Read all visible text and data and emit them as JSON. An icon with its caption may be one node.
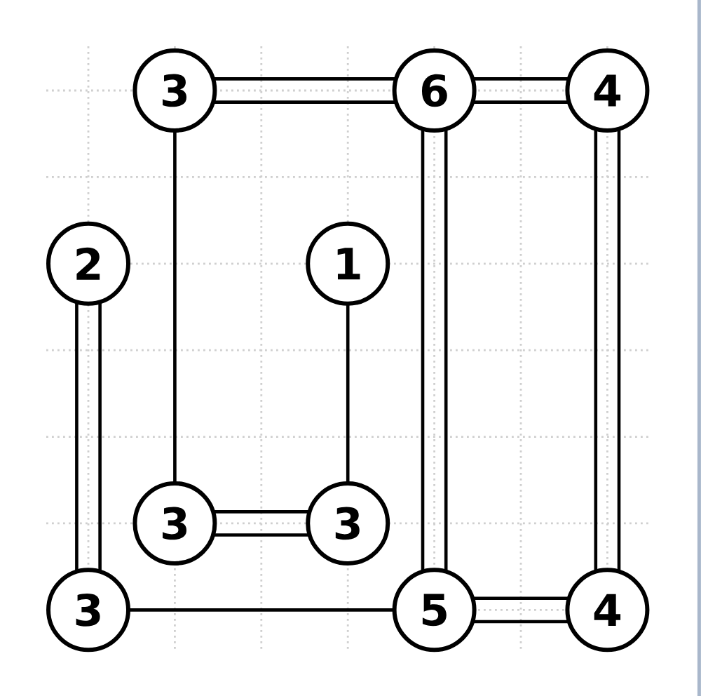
{
  "diagram": {
    "nodes": [
      {
        "text": [
          "3"
        ]
      },
      {
        "text": [
          "6"
        ]
      },
      {
        "text": [
          "4"
        ]
      },
      {
        "text": [
          "2"
        ]
      },
      {
        "text": [
          "1"
        ]
      },
      {
        "text": [
          "3"
        ]
      },
      {
        "text": [
          "3"
        ]
      },
      {
        "text": [
          "3"
        ]
      },
      {
        "text": [
          "5"
        ]
      },
      {
        "text": [
          "4"
        ]
      }
    ],
    "edges": [
      {
        "from": 0,
        "to": 1,
        "arrow": "none"
      },
      {
        "from": 0,
        "to": 1,
        "arrow": "none"
      },
      {
        "from": 1,
        "to": 2,
        "arrow": "none"
      },
      {
        "from": 1,
        "to": 2,
        "arrow": "none"
      },
      {
        "from": 0,
        "to": 5,
        "arrow": "none"
      },
      {
        "from": 1,
        "to": 8,
        "arrow": "none"
      },
      {
        "from": 1,
        "to": 8,
        "arrow": "none"
      },
      {
        "from": 2,
        "to": 9,
        "arrow": "none"
      },
      {
        "from": 2,
        "to": 9,
        "arrow": "none"
      },
      {
        "from": 3,
        "to": 7,
        "arrow": "none"
      },
      {
        "from": 3,
        "to": 7,
        "arrow": "none"
      },
      {
        "from": 4,
        "to": 6,
        "arrow": "none"
      },
      {
        "from": 5,
        "to": 6,
        "arrow": "none"
      },
      {
        "from": 5,
        "to": 6,
        "arrow": "none"
      },
      {
        "from": 7,
        "to": 8,
        "arrow": "none"
      },
      {
        "from": 8,
        "to": 9,
        "arrow": "none"
      },
      {
        "from": 8,
        "to": 9,
        "arrow": "none"
      }
    ]
  }
}
